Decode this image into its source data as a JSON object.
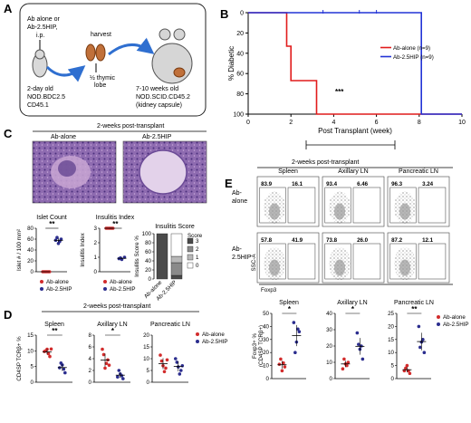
{
  "panels": {
    "A": {
      "letter": "A",
      "donor_text_1": "Ab alone or",
      "donor_text_2": "Ab-2.5HIP,",
      "donor_text_3": "i.p.",
      "harvest": "harvest",
      "thymic_1": "½ thymic",
      "thymic_2": "lobe",
      "donor_age": "2-day old",
      "donor_strain": "NOD.BDC2.5",
      "donor_marker": "CD45.1",
      "recipient_age": "7-10 weeks old",
      "recipient_strain": "NOD.SCID.CD45.2",
      "recipient_site": "(kidney capsule)"
    },
    "B": {
      "letter": "B",
      "ylabel": "% Diabetic",
      "xlabel": "Post Transplant (week)",
      "significance": "***",
      "legend": [
        "Ab-alone (n=9)",
        "Ab-2.5HIP (n=9)"
      ],
      "xticks": [
        "0",
        "2",
        "4",
        "6",
        "8",
        "10"
      ],
      "yticks": [
        "0",
        "20",
        "40",
        "60",
        "80",
        "100"
      ]
    },
    "C": {
      "letter": "C",
      "header": "2-weeks post-transplant",
      "images": [
        "Ab-alone",
        "Ab-2.5HIP"
      ],
      "islet_title": "Islet Count",
      "islet_ylabel": "Islet # / 100 mm²",
      "islet_yticks": [
        "0",
        "20",
        "40",
        "60",
        "80"
      ],
      "islet_sig": "**",
      "ins_title": "Insulitis Index",
      "ins_ylabel": "Insulitis Index",
      "ins_yticks": [
        "0",
        "1",
        "2",
        "3"
      ],
      "ins_sig": "**",
      "score_title": "Insulitis Score",
      "score_ylabel": "Insulitis Score %",
      "score_yticks": [
        "0",
        "20",
        "40",
        "60",
        "80",
        "100"
      ],
      "score_legend_title": "Score",
      "score_levels": [
        "3",
        "2",
        "1",
        "0"
      ],
      "score_xlabels": [
        "Ab-alone",
        "Ab-2.5HIP"
      ],
      "legend": [
        "Ab-alone",
        "Ab-2.5HIP"
      ]
    },
    "D": {
      "letter": "D",
      "header": "2-weeks post-transplant",
      "ylabel": "CD4SP TCRβ+ %",
      "plots": [
        {
          "title": "Spleen",
          "sig": "**",
          "yticks": [
            "0",
            "5",
            "10",
            "15"
          ]
        },
        {
          "title": "Axillary LN",
          "sig": "*",
          "yticks": [
            "0",
            "2",
            "4",
            "6",
            "8"
          ]
        },
        {
          "title": "Pancreatic LN",
          "sig": "",
          "yticks": [
            "0",
            "5",
            "10",
            "15",
            "20"
          ]
        }
      ],
      "legend": [
        "Ab-alone",
        "Ab-2.5HIP"
      ]
    },
    "E": {
      "letter": "E",
      "header": "2-weeks post-transplant",
      "tissues": [
        "Spleen",
        "Axillary LN",
        "Pancreatic LN"
      ],
      "row_labels": [
        "Ab-\nalone",
        "Ab-\n2.5HIP"
      ],
      "ssc_label": "SSC-A",
      "foxp3_label": "Foxp3",
      "flow_values": [
        [
          [
            "83.9",
            "16.1"
          ],
          [
            "93.4",
            "6.46"
          ],
          [
            "96.3",
            "3.24"
          ]
        ],
        [
          [
            "57.8",
            "41.9"
          ],
          [
            "73.8",
            "26.0"
          ],
          [
            "87.2",
            "12.1"
          ]
        ]
      ],
      "ylabel_1": "Foxp3+ %",
      "ylabel_2": "(CD4SP TCRβ+)",
      "plots": [
        {
          "title": "Spleen",
          "sig": "*",
          "yticks": [
            "0",
            "10",
            "20",
            "30",
            "40",
            "50"
          ]
        },
        {
          "title": "Axillary LN",
          "sig": "*",
          "yticks": [
            "0",
            "10",
            "20",
            "30",
            "40"
          ]
        },
        {
          "title": "Pancreatic LN",
          "sig": "**",
          "yticks": [
            "0",
            "5",
            "10",
            "15",
            "20",
            "25"
          ]
        }
      ],
      "legend": [
        "Ab-alone",
        "Ab-2.5HIP"
      ]
    }
  },
  "colors": {
    "ab_alone": "#d22c2c",
    "ab_hip": "#2b2d8e",
    "curve_red": "#e11b1b",
    "curve_blue": "#2233d6",
    "he_purple": "#7a5a9e",
    "score3": "#4a4a4a",
    "score2": "#8a8a8a",
    "score1": "#b8b8b8",
    "score0": "#ffffff"
  },
  "chart_data": [
    {
      "type": "line",
      "title": "",
      "xlabel": "Post Transplant (week)",
      "ylabel": "% Diabetic",
      "xlim": [
        0,
        10
      ],
      "ylim": [
        0,
        100
      ],
      "series": [
        {
          "name": "Ab-alone (n=9)",
          "points": [
            [
              0,
              0
            ],
            [
              1.8,
              0
            ],
            [
              1.8,
              33
            ],
            [
              2.0,
              33
            ],
            [
              2.0,
              67
            ],
            [
              3.2,
              67
            ],
            [
              3.2,
              100
            ],
            [
              10,
              100
            ]
          ]
        },
        {
          "name": "Ab-2.5HIP (n=9)",
          "points": [
            [
              0,
              0
            ],
            [
              8.1,
              0
            ],
            [
              8.1,
              100
            ],
            [
              10,
              100
            ]
          ]
        }
      ]
    },
    {
      "type": "scatter",
      "title": "Islet Count",
      "ylabel": "Islet # / 100 mm²",
      "ylim": [
        0,
        80
      ],
      "series": [
        {
          "name": "Ab-alone",
          "values": [
            0,
            0,
            0,
            0,
            0,
            0
          ]
        },
        {
          "name": "Ab-2.5HIP",
          "values": [
            58,
            52,
            60,
            63,
            56
          ]
        }
      ]
    },
    {
      "type": "scatter",
      "title": "Insulitis Index",
      "ylabel": "Insulitis Index",
      "ylim": [
        0,
        3
      ],
      "series": [
        {
          "name": "Ab-alone",
          "values": [
            3,
            3,
            3,
            3,
            3,
            3
          ]
        },
        {
          "name": "Ab-2.5HIP",
          "values": [
            0.9,
            0.85,
            1.0,
            0.95
          ]
        }
      ]
    },
    {
      "type": "bar",
      "title": "Insulitis Score",
      "ylabel": "Insulitis Score %",
      "categories": [
        "Ab-alone",
        "Ab-2.5HIP"
      ],
      "ylim": [
        0,
        100
      ],
      "series": [
        {
          "name": "3",
          "values": [
            100,
            8
          ]
        },
        {
          "name": "2",
          "values": [
            0,
            28
          ]
        },
        {
          "name": "1",
          "values": [
            0,
            14
          ]
        },
        {
          "name": "0",
          "values": [
            0,
            50
          ]
        }
      ]
    },
    {
      "type": "scatter",
      "title": "Spleen",
      "ylabel": "CD4SP TCRβ+ %",
      "ylim": [
        0,
        15
      ],
      "series": [
        {
          "name": "Ab-alone",
          "values": [
            9.8,
            10.5,
            8.2,
            10.0,
            9.1,
            10.6
          ]
        },
        {
          "name": "Ab-2.5HIP",
          "values": [
            4.6,
            5.5,
            3.0,
            6.1,
            4.2
          ]
        }
      ]
    },
    {
      "type": "scatter",
      "title": "Axillary LN",
      "ylabel": "CD4SP TCRβ+ %",
      "ylim": [
        0,
        8
      ],
      "series": [
        {
          "name": "Ab-alone",
          "values": [
            5.6,
            2.4,
            3.8,
            4.7,
            3.2,
            2.9
          ]
        },
        {
          "name": "Ab-2.5HIP",
          "values": [
            0.9,
            1.4,
            0.6,
            2.0,
            1.1
          ]
        }
      ]
    },
    {
      "type": "scatter",
      "title": "Pancreatic LN",
      "ylabel": "CD4SP TCRβ+ %",
      "ylim": [
        0,
        20
      ],
      "series": [
        {
          "name": "Ab-alone",
          "values": [
            11.5,
            7.0,
            6.0,
            9.0,
            4.5,
            9.5
          ]
        },
        {
          "name": "Ab-2.5HIP",
          "values": [
            10.0,
            6.5,
            5.0,
            8.5,
            3.5,
            7.0
          ]
        }
      ]
    },
    {
      "type": "scatter",
      "title": "Spleen",
      "ylabel": "Foxp3+ % (CD4SP TCRβ+)",
      "ylim": [
        0,
        50
      ],
      "series": [
        {
          "name": "Ab-alone",
          "values": [
            11,
            6,
            9,
            15,
            12
          ]
        },
        {
          "name": "Ab-2.5HIP",
          "values": [
            43,
            28,
            36,
            20,
            38
          ]
        }
      ]
    },
    {
      "type": "scatter",
      "title": "Axillary LN",
      "ylabel": "Foxp3+ % (CD4SP TCRβ+)",
      "ylim": [
        0,
        40
      ],
      "series": [
        {
          "name": "Ab-alone",
          "values": [
            6,
            9,
            10,
            12,
            8
          ]
        },
        {
          "name": "Ab-2.5HIP",
          "values": [
            28,
            18,
            12,
            21,
            20
          ]
        }
      ]
    },
    {
      "type": "scatter",
      "title": "Pancreatic LN",
      "ylabel": "Foxp3+ % (CD4SP TCRβ+)",
      "ylim": [
        0,
        25
      ],
      "series": [
        {
          "name": "Ab-alone",
          "values": [
            3,
            5,
            2,
            4,
            3
          ]
        },
        {
          "name": "Ab-2.5HIP",
          "values": [
            20,
            14,
            10,
            12,
            15
          ]
        }
      ]
    }
  ]
}
